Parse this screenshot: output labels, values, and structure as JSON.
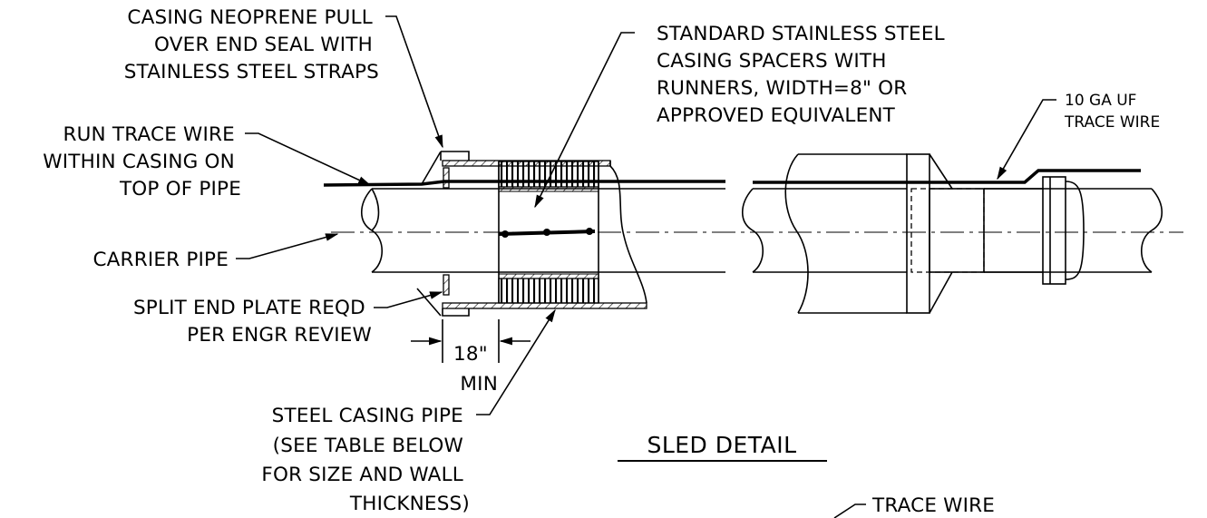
{
  "drawing": {
    "title": "SLED DETAIL",
    "labels": {
      "neoprene_seal": [
        "CASING NEOPRENE PULL",
        "OVER END SEAL WITH",
        "STAINLESS STEEL STRAPS"
      ],
      "trace_wire_run": [
        "RUN TRACE WIRE",
        "WITHIN CASING ON",
        "TOP OF PIPE"
      ],
      "carrier_pipe": [
        "CARRIER PIPE"
      ],
      "split_end_plate": [
        "SPLIT END PLATE REQD",
        "PER ENGR REVIEW"
      ],
      "casing_spacers": [
        "STANDARD STAINLESS STEEL",
        "CASING SPACERS WITH",
        "RUNNERS, WIDTH=8\" OR",
        "APPROVED EQUIVALENT"
      ],
      "uf_trace_wire": [
        "10 GA UF",
        "TRACE WIRE"
      ],
      "steel_casing": [
        "STEEL CASING PIPE",
        "(SEE TABLE BELOW",
        "FOR SIZE AND WALL",
        "THICKNESS)"
      ],
      "bottom_trace_wire": [
        "TRACE WIRE"
      ]
    },
    "dimension": {
      "value": "18\"",
      "qualifier": "MIN"
    }
  }
}
